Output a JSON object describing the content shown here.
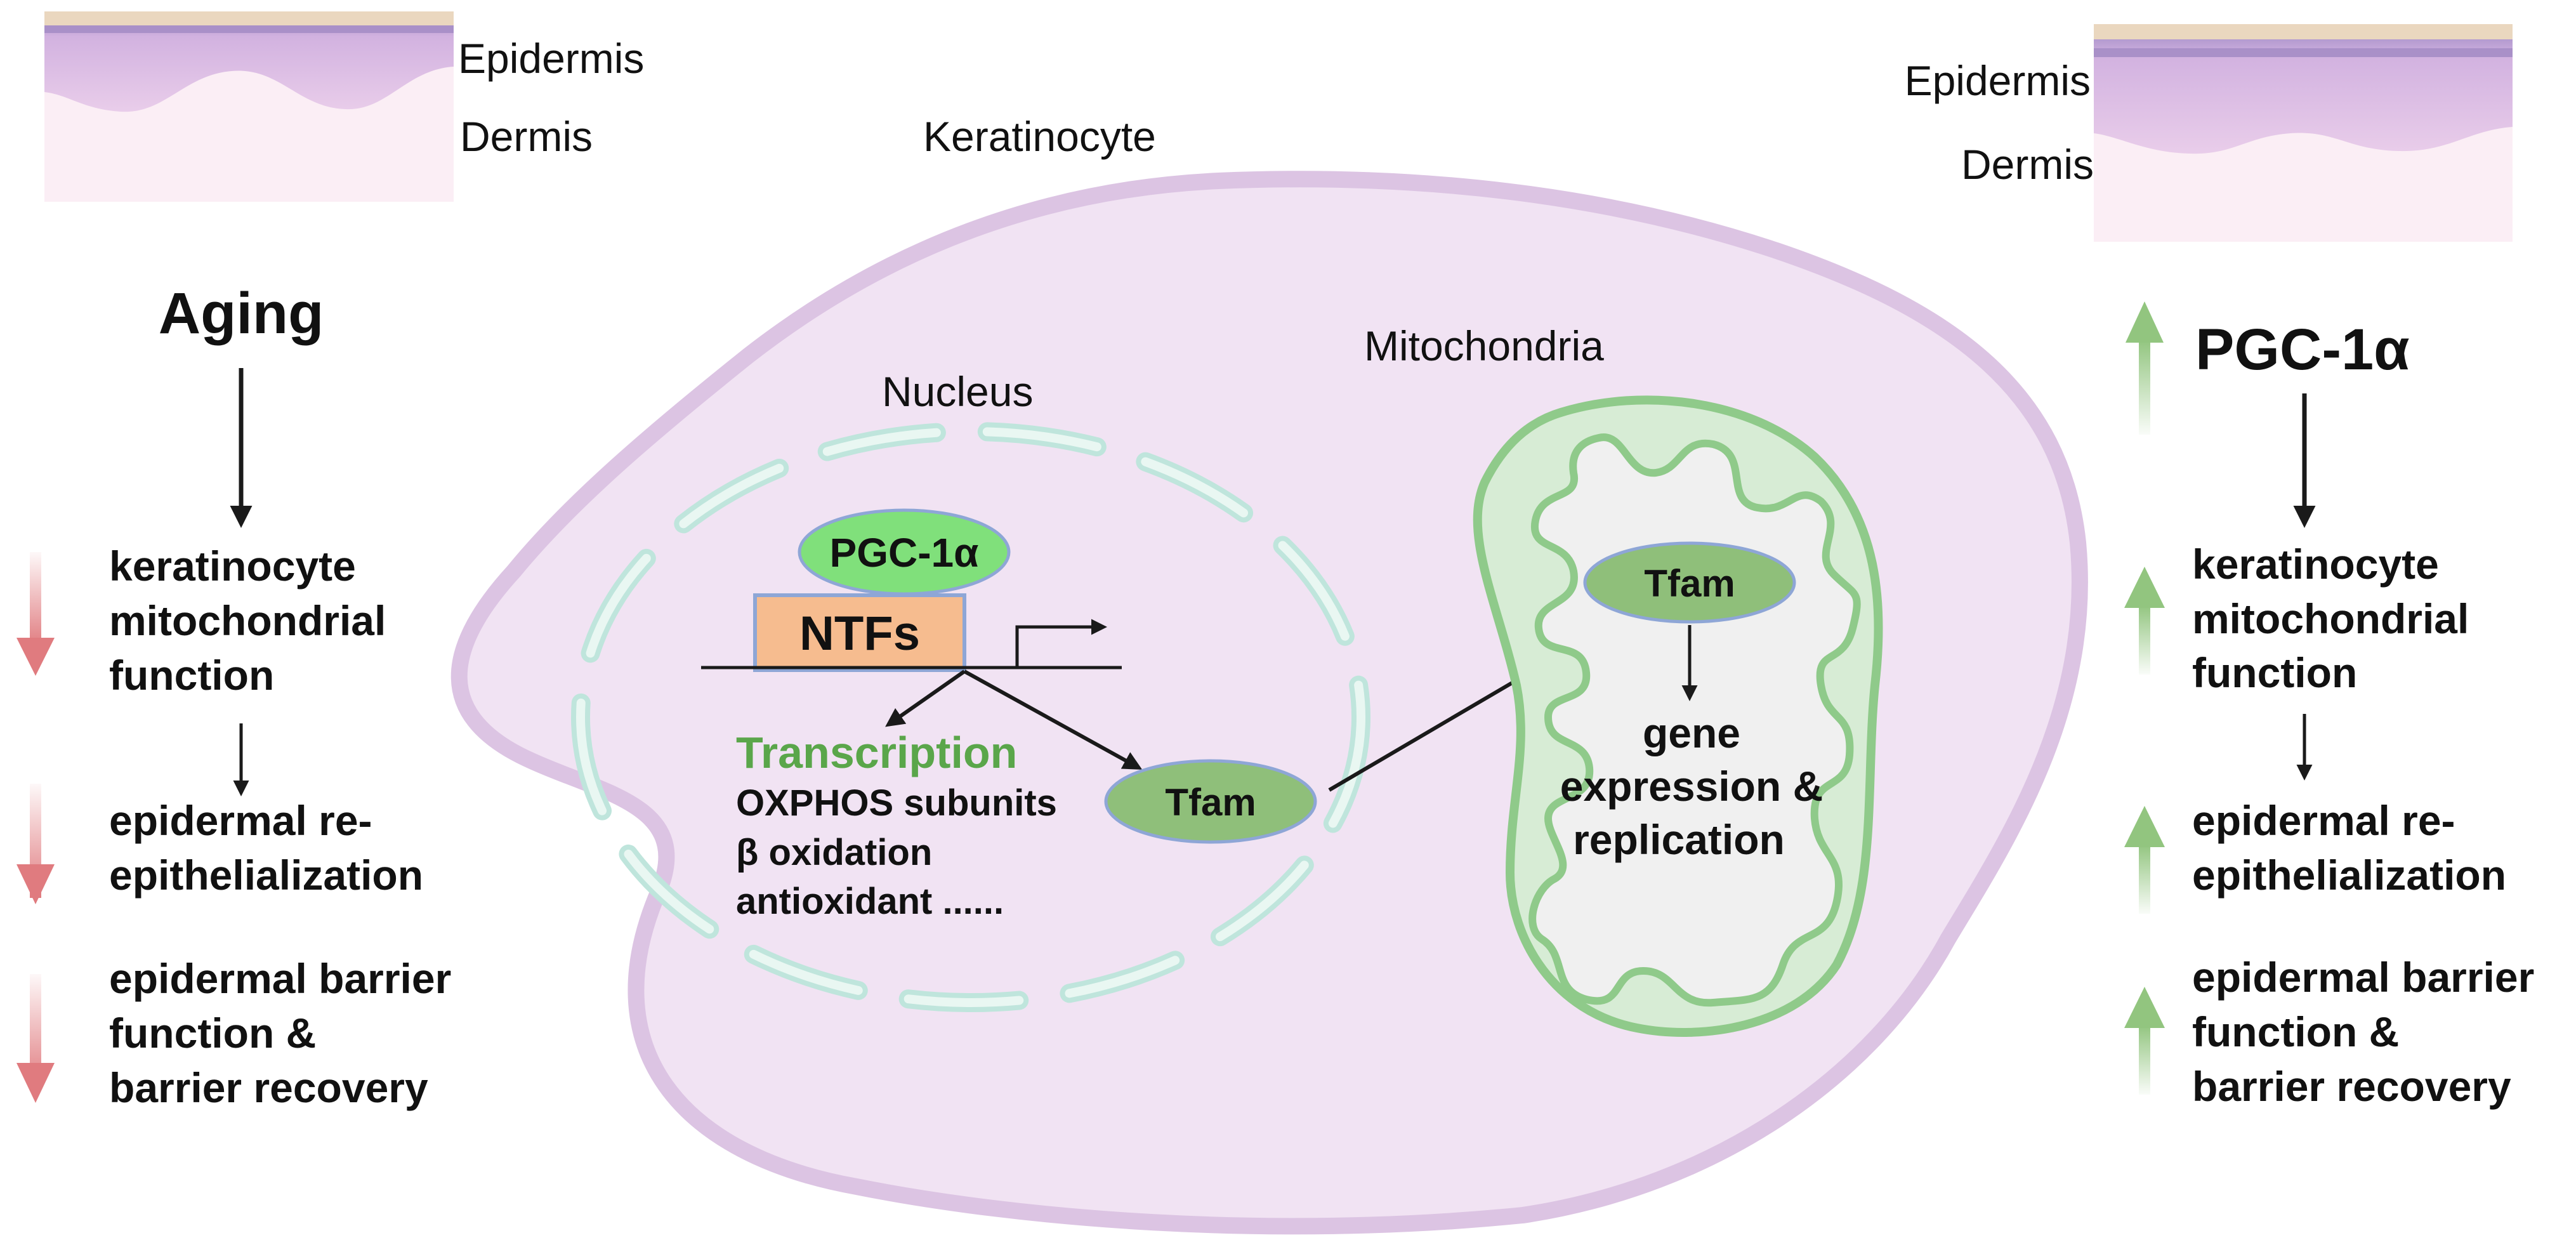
{
  "left_panel": {
    "skin_epidermis_label": "Epidermis",
    "skin_dermis_label": "Dermis",
    "title": "Aging",
    "effects": [
      [
        "keratinocyte",
        "mitochondrial",
        "function"
      ],
      [
        "epidermal re-",
        "epithelialization"
      ],
      [
        "epidermal barrier",
        "function &",
        "barrier recovery"
      ]
    ],
    "trend_color": "#e07b7f"
  },
  "center": {
    "cell_label": "Keratinocyte",
    "nucleus_label": "Nucleus",
    "mitochondria_label": "Mitochondria",
    "pgc_label": "PGC-1α",
    "ntfs_label": "NTFs",
    "transcription_label": "Transcription",
    "targets": [
      "OXPHOS subunits",
      "β oxidation",
      "antioxidant ......"
    ],
    "tfam_nucleus_label": "Tfam",
    "tfam_mito_label": "Tfam",
    "mito_text": [
      "gene",
      "expression &",
      "replication"
    ],
    "cell_fill": "#f1e3f3",
    "mito_fill": "#d7ecd5",
    "tfam_fill": "#8fbf7a",
    "pgc_fill": "#80e07b",
    "ntfs_fill": "#f6bc8f",
    "transcription_color": "#5aa64a"
  },
  "right_panel": {
    "skin_epidermis_label": "Epidermis",
    "skin_dermis_label": "Dermis",
    "title": "PGC-1α",
    "effects": [
      [
        "keratinocyte",
        "mitochondrial",
        "function"
      ],
      [
        "epidermal re-",
        "epithelialization"
      ],
      [
        "epidermal barrier",
        "function &",
        "barrier recovery"
      ]
    ],
    "trend_color": "#92c57f"
  }
}
